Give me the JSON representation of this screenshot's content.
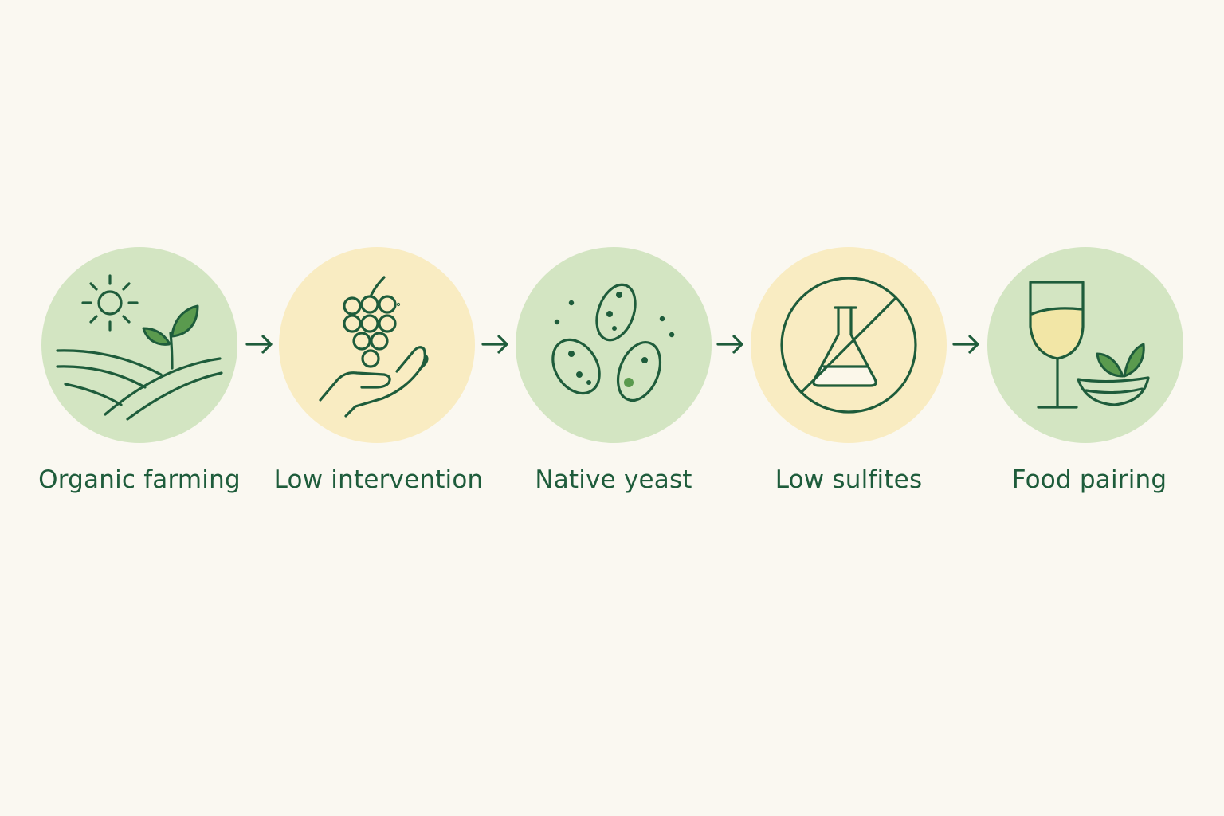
{
  "steps": [
    {
      "label": "Organic farming",
      "icon": "farm-field-sun-sprout-icon",
      "bg": "#d3e5c2"
    },
    {
      "label": "Low intervention",
      "icon": "hand-holding-grapes-icon",
      "bg": "#f9ecc2"
    },
    {
      "label": "Native yeast",
      "icon": "yeast-cells-icon",
      "bg": "#d3e5c2"
    },
    {
      "label": "Low sulfites",
      "icon": "no-flask-icon",
      "bg": "#f9ecc2"
    },
    {
      "label": "Food pairing",
      "icon": "wine-glass-plate-icon",
      "bg": "#d3e5c2"
    }
  ],
  "colors": {
    "ink": "#1e5c3b",
    "leaf": "#5a9a4e",
    "background": "#faf8f1",
    "wine": "#f2e6a6"
  }
}
